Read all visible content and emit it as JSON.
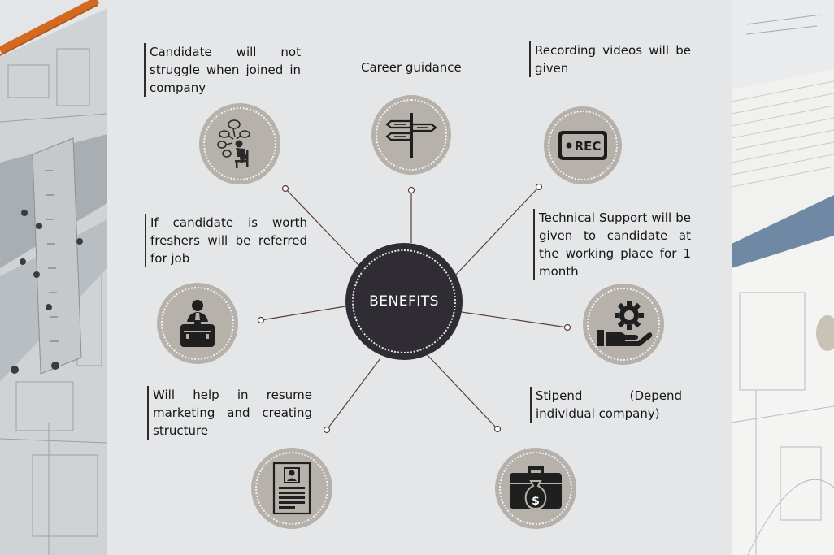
{
  "diagram": {
    "center_label": "BENEFITS",
    "benefits": [
      {
        "id": "onboarding",
        "text": "Candidate will not struggle when joined in company",
        "icon": "thinking-person-icon"
      },
      {
        "id": "career",
        "text": "Career guidance",
        "icon": "signpost-icon"
      },
      {
        "id": "videos",
        "text": "Recording videos will be given",
        "icon": "rec-icon"
      },
      {
        "id": "referral",
        "text": "If candidate is worth freshers will be referred for job",
        "icon": "businessman-briefcase-icon"
      },
      {
        "id": "support",
        "text": "Technical Support will be given to candidate at the working place for 1 month",
        "icon": "hand-gear-icon"
      },
      {
        "id": "resume",
        "text": "Will help in resume marketing and creating structure",
        "icon": "resume-document-icon"
      },
      {
        "id": "stipend",
        "text": "Stipend (Depend individual company)",
        "icon": "money-briefcase-icon"
      }
    ]
  },
  "colors": {
    "hub": "#2f2d33",
    "node": "#b7b1ab",
    "panel": "#e4e6e8",
    "connector": "#5a3f3c"
  }
}
